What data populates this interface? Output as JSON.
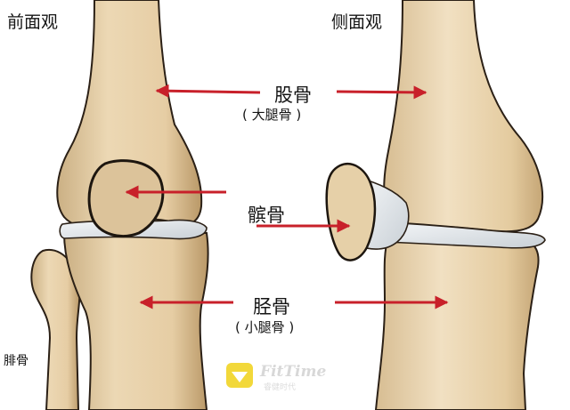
{
  "views": {
    "front": "前面观",
    "side": "侧面观"
  },
  "labels": {
    "femur": "股骨",
    "femur_alt": "( 大腿骨 )",
    "patella": "髌骨",
    "tibia": "胫骨",
    "tibia_alt": "( 小腿骨 )",
    "fibula": "腓骨"
  },
  "watermark": {
    "brand": "FitTime",
    "sub": "睿健时代"
  },
  "colors": {
    "arrow": "#c8202a",
    "bone": "#e8d2ad",
    "bone_dark": "#b89a6a",
    "cartilage": "#e2e6ea",
    "outline": "#2b2016"
  }
}
